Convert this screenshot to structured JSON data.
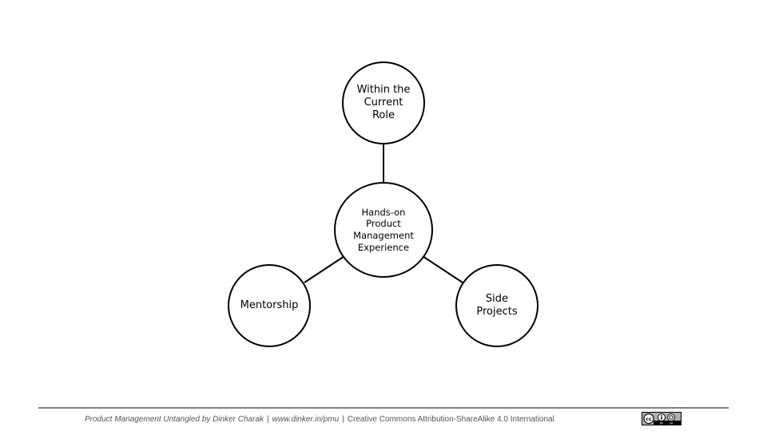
{
  "diagram": {
    "center": {
      "label": "Hands-on\nProduct\nManagement\nExperience"
    },
    "top": {
      "label": "Within the\nCurrent\nRole"
    },
    "left": {
      "label": "Mentorship"
    },
    "right": {
      "label": "Side\nProjects"
    }
  },
  "footer": {
    "book": "Product Management Untangled by Dinker Charak",
    "url": "www.dinker.in/pmu",
    "license": "Creative Commons Attribution-ShareAlike 4.0 International",
    "separator": "|"
  },
  "license_badge": {
    "icon": "cc-by-sa-icon",
    "labels": [
      "BY",
      "SA"
    ]
  },
  "colors": {
    "stroke": "#000000",
    "footer_rule": "#7f7f7f",
    "footer_text": "#555555",
    "badge_bg": "#abb1aa"
  }
}
